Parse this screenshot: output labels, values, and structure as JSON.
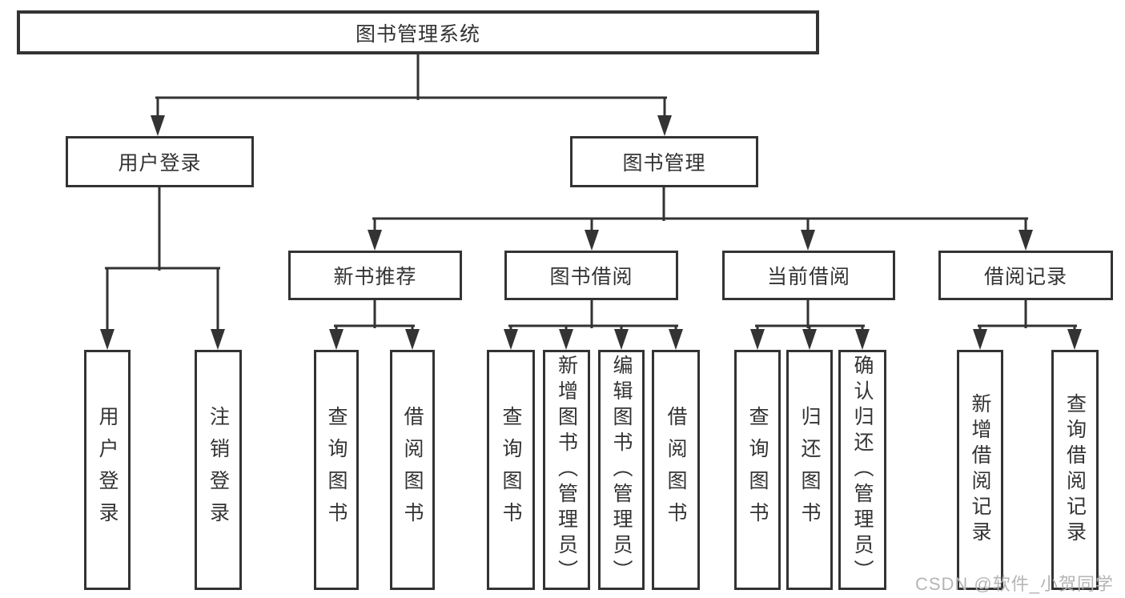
{
  "diagram": {
    "root": {
      "label": "图书管理系统",
      "children": [
        {
          "label": "用户登录",
          "children": [
            {
              "label": "用户登录"
            },
            {
              "label": "注销登录"
            }
          ]
        },
        {
          "label": "图书管理",
          "children": [
            {
              "label": "新书推荐",
              "children": [
                {
                  "label": "查询图书"
                },
                {
                  "label": "借阅图书"
                }
              ]
            },
            {
              "label": "图书借阅",
              "children": [
                {
                  "label": "查询图书"
                },
                {
                  "label": "新增图书（管理员）"
                },
                {
                  "label": "编辑图书（管理员）"
                },
                {
                  "label": "借阅图书"
                }
              ]
            },
            {
              "label": "当前借阅",
              "children": [
                {
                  "label": "查询图书"
                },
                {
                  "label": "归还图书"
                },
                {
                  "label": "确认归还（管理员）"
                }
              ]
            },
            {
              "label": "借阅记录",
              "children": [
                {
                  "label": "新增借阅记录"
                },
                {
                  "label": "查询借阅记录"
                }
              ]
            }
          ]
        }
      ]
    }
  },
  "watermark": {
    "text": "CSDN @软件_小贺同学"
  },
  "colors": {
    "line": "#333333",
    "box_border": "#333333",
    "text": "#333333",
    "watermark_text": "#b5b5b5",
    "background": "#ffffff"
  }
}
